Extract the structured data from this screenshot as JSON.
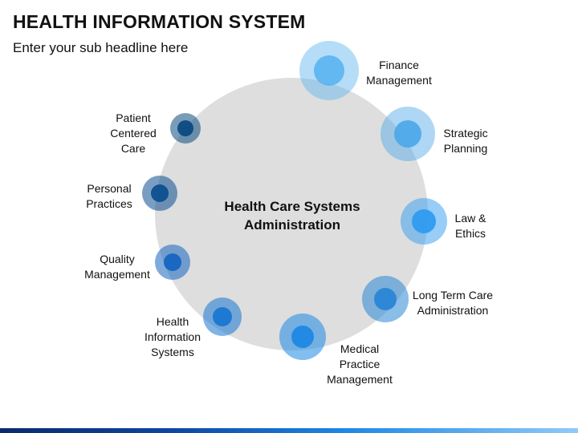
{
  "header": {
    "title": "HEALTH INFORMATION SYSTEM",
    "subtitle": "Enter your sub headline here"
  },
  "center": {
    "line1": "Health Care Systems",
    "line2": "Administration"
  },
  "nodes": [
    {
      "lines": [
        "Finance",
        "Management"
      ],
      "color": "#5ab4ef"
    },
    {
      "lines": [
        "Strategic",
        "Planning"
      ],
      "color": "#4aa6e8"
    },
    {
      "lines": [
        "Law &",
        "Ethics"
      ],
      "color": "#2f9bf0"
    },
    {
      "lines": [
        "Long Term Care",
        "Administration"
      ],
      "color": "#2a86d6"
    },
    {
      "lines": [
        "Medical",
        "Practice",
        "Management"
      ],
      "color": "#1e88e5"
    },
    {
      "lines": [
        "Health",
        "Information",
        "Systems"
      ],
      "color": "#1976d2"
    },
    {
      "lines": [
        "Quality",
        "Management"
      ],
      "color": "#1565c0"
    },
    {
      "lines": [
        "Personal",
        "Practices"
      ],
      "color": "#0d4f8f"
    },
    {
      "lines": [
        "Patient",
        "Centered",
        "Care"
      ],
      "color": "#0b4a80"
    }
  ],
  "colors": {
    "big_circle": "#dedede",
    "bottom_bar_start": "#0a2a6e",
    "bottom_bar_end": "#90caf9"
  }
}
